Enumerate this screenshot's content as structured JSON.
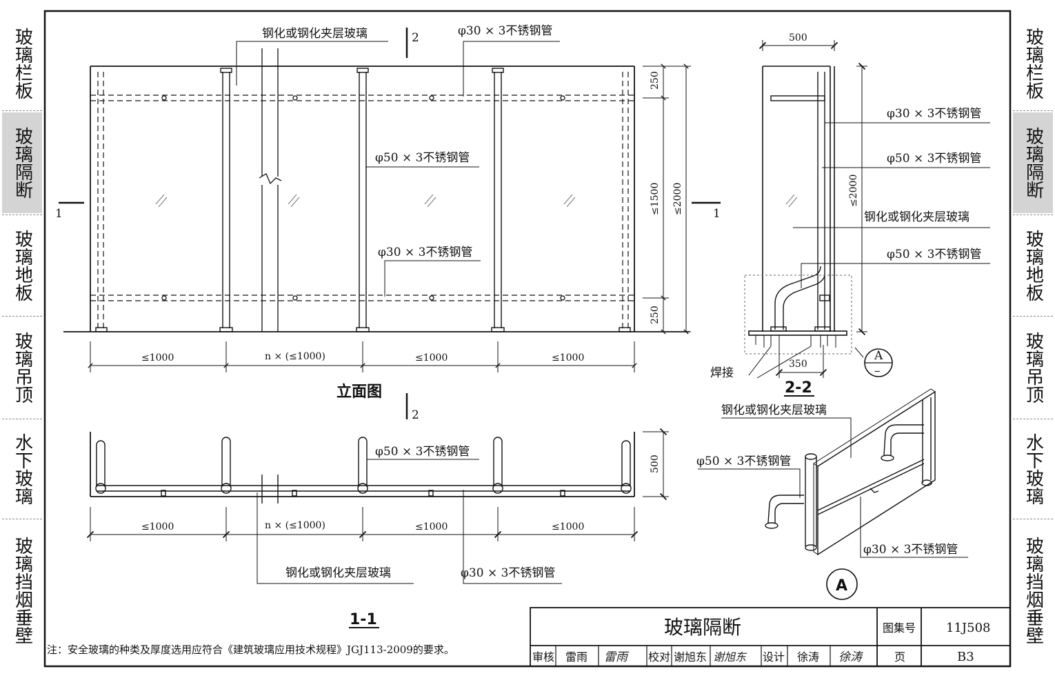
{
  "side_nav": {
    "left": [
      {
        "label": "玻璃栏板",
        "active": false
      },
      {
        "label": "玻璃隔断",
        "active": true
      },
      {
        "label": "玻璃地板",
        "active": false
      },
      {
        "label": "玻璃吊顶",
        "active": false
      },
      {
        "label": "水下玻璃",
        "active": false
      },
      {
        "label": "玻璃挡烟垂壁",
        "active": false
      }
    ],
    "right": [
      {
        "label": "玻璃栏板",
        "active": false
      },
      {
        "label": "玻璃隔断",
        "active": true
      },
      {
        "label": "玻璃地板",
        "active": false
      },
      {
        "label": "玻璃吊顶",
        "active": false
      },
      {
        "label": "水下玻璃",
        "active": false
      },
      {
        "label": "玻璃挡烟垂壁",
        "active": false
      }
    ]
  },
  "elevation": {
    "title": "立面图",
    "label_glass": "钢化或钢化夹层玻璃",
    "label_tube30_top": "φ30 × 3不锈钢管",
    "label_tube50": "φ50 × 3不锈钢管",
    "label_tube30_bottom": "φ30 × 3不锈钢管",
    "dims_bottom": [
      "≤1000",
      "n × (≤1000)",
      "≤1000",
      "≤1000"
    ],
    "dims_right_inner": [
      "250",
      "≤1500",
      "250"
    ],
    "dims_right_outer": "≤2000",
    "section_mark_1": "1",
    "section_mark_2": "2"
  },
  "plan": {
    "title": "1-1",
    "label_tube50": "φ50 × 3不锈钢管",
    "label_glass": "钢化或钢化夹层玻璃",
    "label_tube30": "φ30 × 3不锈钢管",
    "dims_bottom": [
      "≤1000",
      "n × (≤1000)",
      "≤1000",
      "≤1000"
    ],
    "dim_right": "500"
  },
  "section22": {
    "title": "2-2",
    "dim_top": "500",
    "dim_right": "≤2000",
    "dim_bottom": "350",
    "label_tube30": "φ30 × 3不锈钢管",
    "label_tube50_upper": "φ50 × 3不锈钢管",
    "label_glass": "钢化或钢化夹层玻璃",
    "label_tube50_lower": "φ50 × 3不锈钢管",
    "label_weld": "焊接",
    "detail_ref_top": "A",
    "detail_ref_bottom": "–"
  },
  "detailA": {
    "label_glass": "钢化或钢化夹层玻璃",
    "label_tube50": "φ50 × 3不锈钢管",
    "label_tube30": "φ30 × 3不锈钢管",
    "marker": "A"
  },
  "note": "注：安全玻璃的种类及厚度选用应符合《建筑玻璃应用技术规程》JGJ113-2009的要求。",
  "title_block": {
    "drawing_title": "玻璃隔断",
    "atlas_label": "图集号",
    "atlas_number": "11J508",
    "page_label": "页",
    "page_number": "B3",
    "review_label": "审核",
    "reviewer": "雷雨",
    "reviewer_signature": "雷雨",
    "check_label": "校对",
    "checker": "谢旭东",
    "checker_signature": "谢旭东",
    "design_label": "设计",
    "designer": "徐涛",
    "designer_signature": "徐涛"
  }
}
